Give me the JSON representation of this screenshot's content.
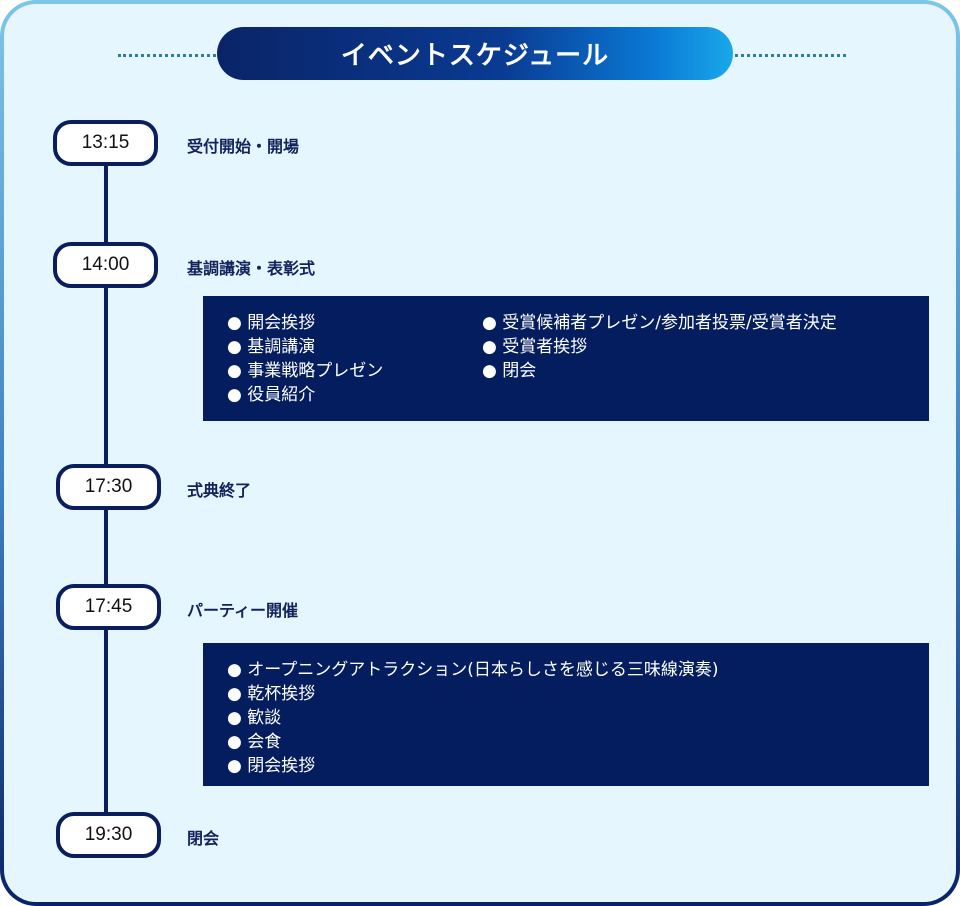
{
  "title": "イベントスケジュール",
  "schedule": [
    {
      "time": "13:15",
      "label": "受付開始・開場"
    },
    {
      "time": "14:00",
      "label": "基調講演・表彰式"
    },
    {
      "time": "17:30",
      "label": "式典終了"
    },
    {
      "time": "17:45",
      "label": "パーティー開催"
    },
    {
      "time": "19:30",
      "label": "閉会"
    }
  ],
  "ceremony_items": {
    "col1": [
      "開会挨拶",
      "基調講演",
      "事業戦略プレゼン",
      "役員紹介"
    ],
    "col2": [
      "受賞候補者プレゼン/参加者投票/受賞者決定",
      "受賞者挨拶",
      "閉会"
    ]
  },
  "party_items": [
    "オープニングアトラクション(日本らしさを感じる三味線演奏)",
    "乾杯挨拶",
    "歓談",
    "会食",
    "閉会挨拶"
  ]
}
